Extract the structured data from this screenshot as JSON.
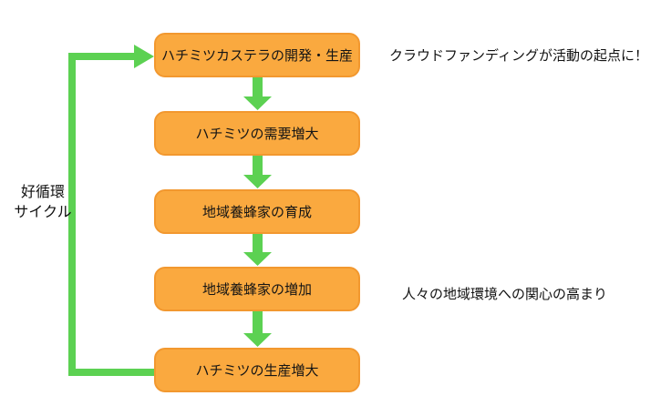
{
  "diagram": {
    "cycle_label": {
      "line1": "好循環",
      "line2": "サイクル"
    },
    "boxes": [
      {
        "label": "ハチミツカステラの開発・生産"
      },
      {
        "label": "ハチミツの需要増大"
      },
      {
        "label": "地域養蜂家の育成"
      },
      {
        "label": "地域養蜂家の増加"
      },
      {
        "label": "ハチミツの生産増大"
      }
    ],
    "annotations": [
      {
        "text": "クラウドファンディングが活動の起点に！"
      },
      {
        "text": "人々の地域環境への関心の高まり"
      }
    ],
    "colors": {
      "box_fill": "#FAA93F",
      "box_border": "#F2982F",
      "arrow_green": "#5CD152",
      "text": "#111111"
    }
  }
}
